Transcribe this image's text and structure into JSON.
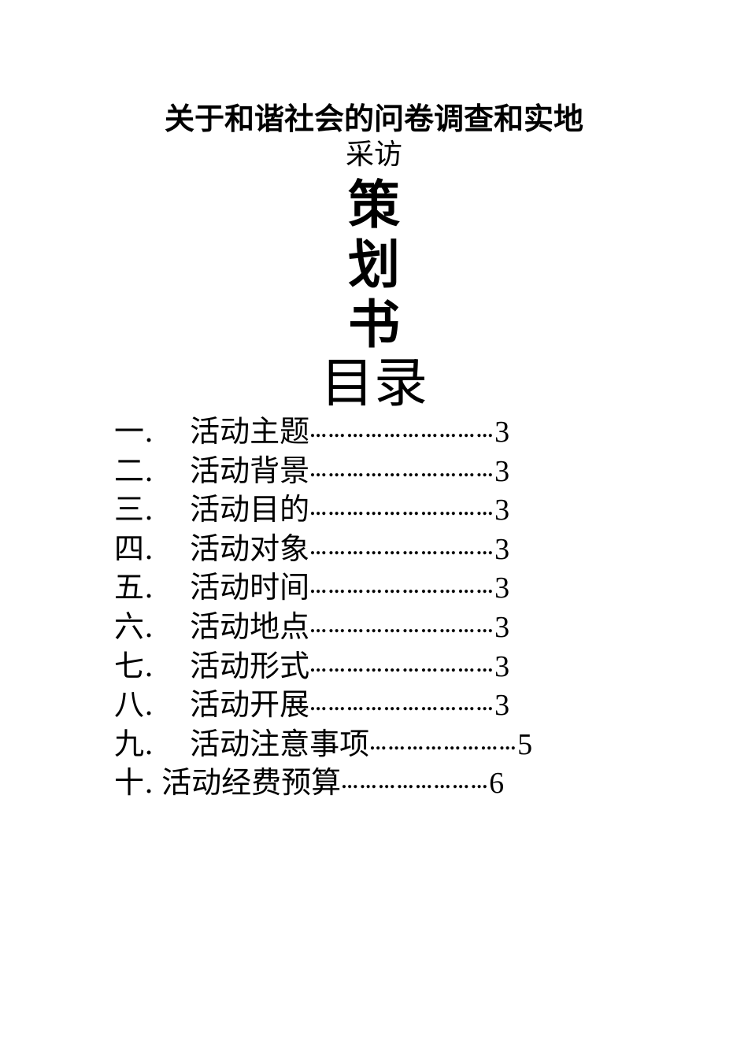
{
  "document": {
    "title_line1": "关于和谐社会的问卷调查和实地",
    "title_line2": "采访",
    "heading_chars": [
      "策",
      "划",
      "书"
    ],
    "toc_heading": "目录"
  },
  "toc": {
    "items": [
      {
        "number": "一.",
        "label": "活动主题",
        "leader": "…………………………",
        "page": "3"
      },
      {
        "number": "二.",
        "label": "活动背景",
        "leader": "…………………………",
        "page": "3"
      },
      {
        "number": "三.",
        "label": "活动目的",
        "leader": "…………………………",
        "page": "3"
      },
      {
        "number": "四.",
        "label": "活动对象",
        "leader": "…………………………",
        "page": "3"
      },
      {
        "number": "五.",
        "label": "活动时间",
        "leader": "…………………………",
        "page": "3"
      },
      {
        "number": "六.",
        "label": "活动地点",
        "leader": "…………………………",
        "page": "3"
      },
      {
        "number": "七.",
        "label": "活动形式",
        "leader": "…………………………",
        "page": "3"
      },
      {
        "number": "八.",
        "label": "活动开展",
        "leader": "…………………………",
        "page": "3"
      },
      {
        "number": "九.",
        "label": "活动注意事项",
        "leader": "……………………",
        "page": "5"
      },
      {
        "number": "十.",
        "label": "活动经费预算",
        "leader": "……………………",
        "page": "6"
      }
    ]
  }
}
